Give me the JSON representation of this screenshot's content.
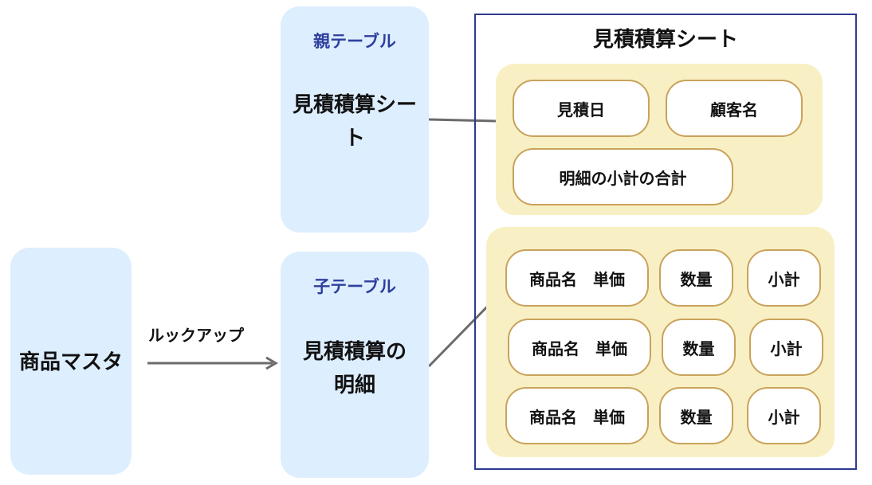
{
  "master": {
    "label": "商品マスタ"
  },
  "lookup": {
    "label": "ルックアップ"
  },
  "parent": {
    "title": "親テーブル",
    "label_line1": "見積積算シー",
    "label_line2": "ト"
  },
  "child": {
    "title": "子テーブル",
    "label_line1": "見積積算の",
    "label_line2": "明細"
  },
  "sheet": {
    "title": "見積積算シート",
    "header_fields": {
      "date": "見積日",
      "customer": "顧客名",
      "total": "明細の小計の合計"
    },
    "rows": [
      {
        "product": "商品名　単価",
        "qty": "数量",
        "subtotal": "小計"
      },
      {
        "product": "商品名　単価",
        "qty": "数量",
        "subtotal": "小計"
      },
      {
        "product": "商品名　単価",
        "qty": "数量",
        "subtotal": "小計"
      }
    ]
  },
  "colors": {
    "blue_fill": "#ddeeff",
    "title_blue": "#2e3f9e",
    "frame": "#2e3b8f",
    "yellow_fill": "#f8f0c4",
    "pill_border": "#c9a25b",
    "connector": "#6b6b6b"
  }
}
